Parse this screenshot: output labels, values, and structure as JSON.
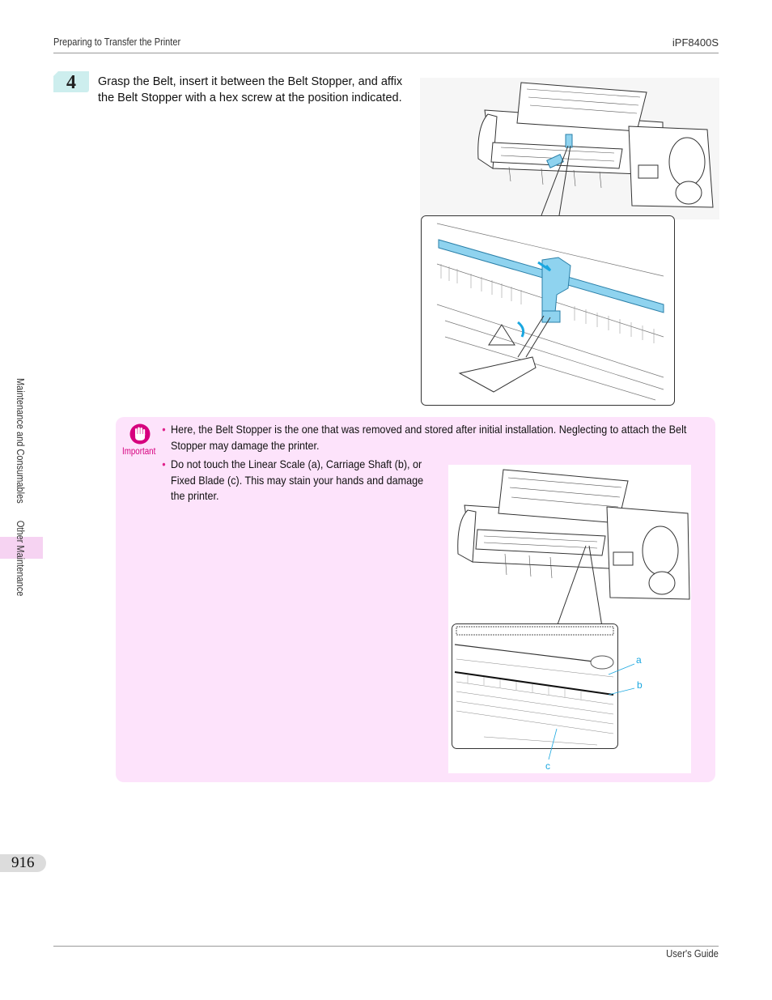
{
  "header": {
    "section_title": "Preparing to Transfer the Printer",
    "model": "iPF8400S"
  },
  "step": {
    "number": "4",
    "text": "Grasp the Belt, insert it between the Belt Stopper, and affix the Belt Stopper with a hex screw at the position indicated."
  },
  "sidebar": {
    "chapter": "Maintenance and Consumables",
    "section": "Other Maintenance"
  },
  "important": {
    "label": "Important",
    "bullets": [
      "Here, the Belt Stopper is the one that was removed and stored after initial installation. Neglecting to attach the Belt Stopper may damage the printer.",
      "Do not touch the Linear Scale (a), Carriage Shaft (b), or Fixed Blade (c). This may stain your hands and damage the printer."
    ],
    "callouts": {
      "a": "a",
      "b": "b",
      "c": "c"
    }
  },
  "footer": {
    "page_number": "916",
    "guide": "User's Guide"
  },
  "colors": {
    "important_bg": "#fde3fb",
    "important_accent": "#d6007e",
    "step_badge": "#cdeeee",
    "callout_blue": "#1aa7e0",
    "part_highlight": "#8fd3ef"
  },
  "icons": [
    "hand-stop-icon",
    "printer-illustration",
    "belt-stopper-detail-illustration",
    "carriage-detail-illustration"
  ]
}
